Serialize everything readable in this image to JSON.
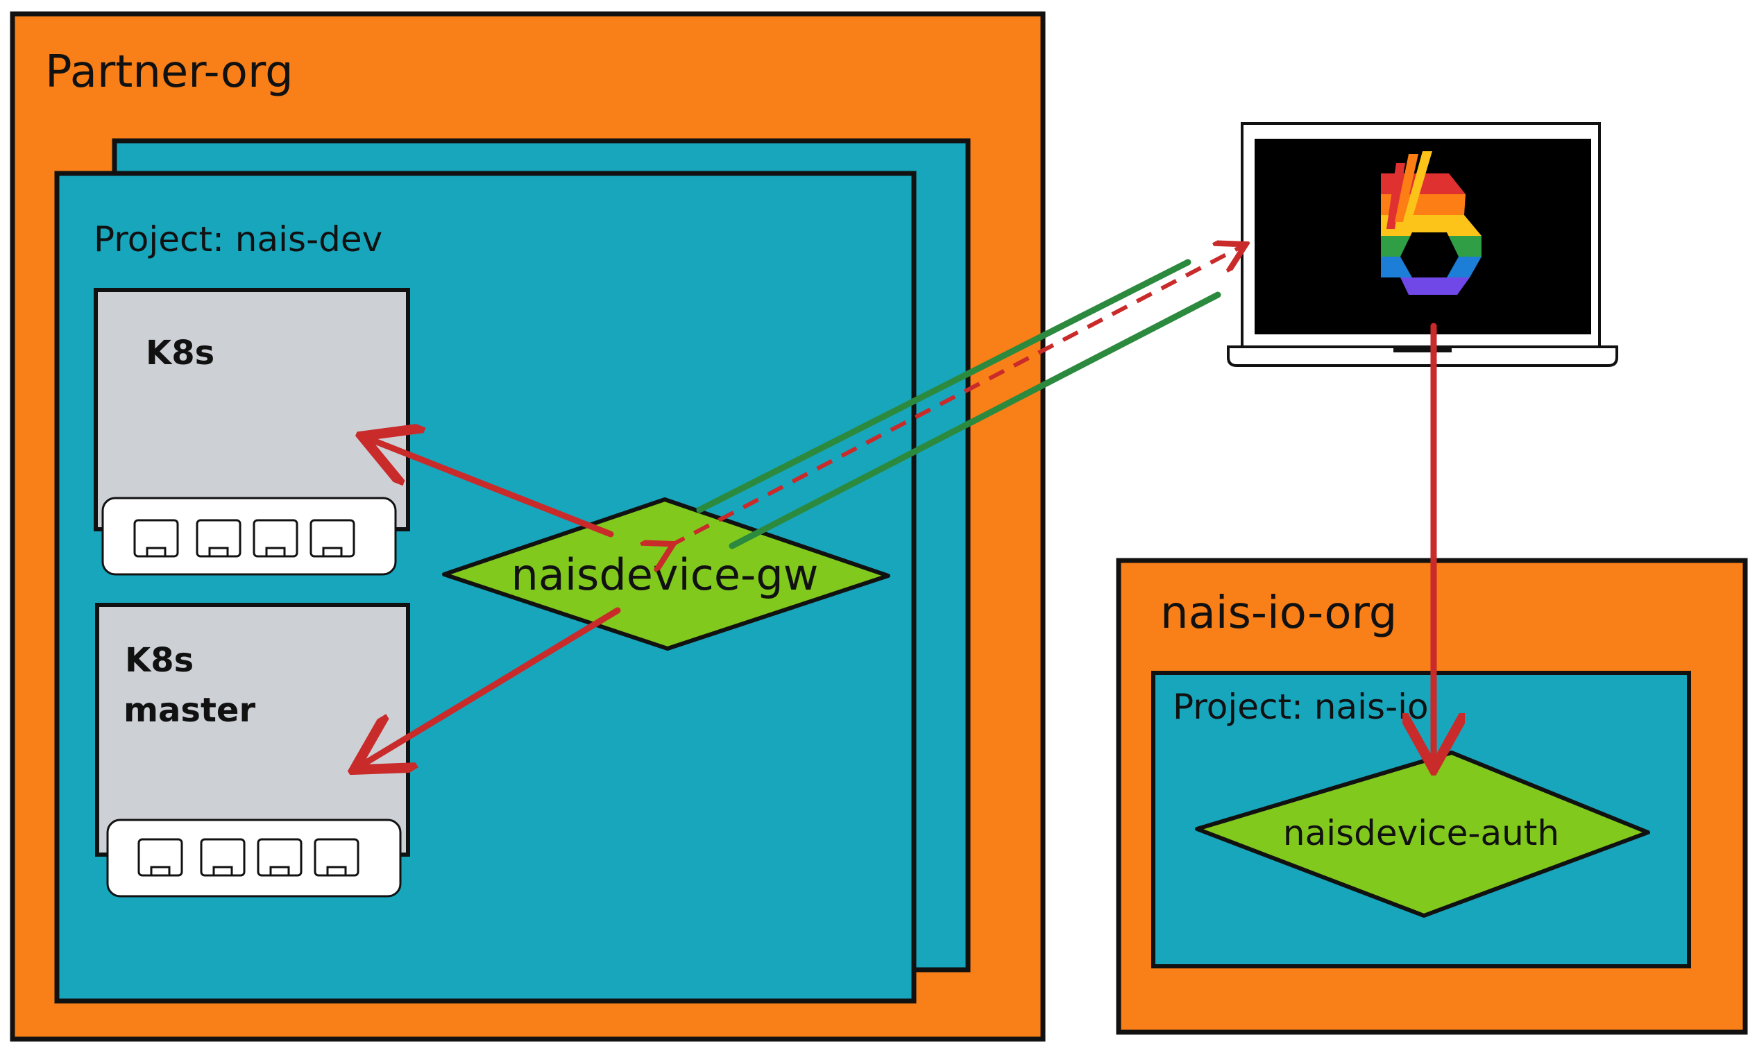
{
  "partner_org": {
    "label": "Partner-org",
    "project_label": "Project: nais-dev",
    "cluster_1": {
      "label": "K8s"
    },
    "cluster_2": {
      "label_line1": "K8s",
      "label_line2": "master"
    },
    "gateway": {
      "label": "naisdevice-gw"
    }
  },
  "nais_io_org": {
    "label": "nais-io-org",
    "project_label": "Project: nais-io",
    "auth": {
      "label": "naisdevice-auth"
    }
  },
  "laptop": {
    "icon": "nais-rainbow-logo"
  },
  "colors": {
    "org": "#f97f18",
    "project": "#18a6bd",
    "server": "#cdd1d6",
    "node": "#82c91e",
    "arrow": "#c92a2a",
    "tunnel": "#2b8a3e",
    "screen": "#000000"
  }
}
